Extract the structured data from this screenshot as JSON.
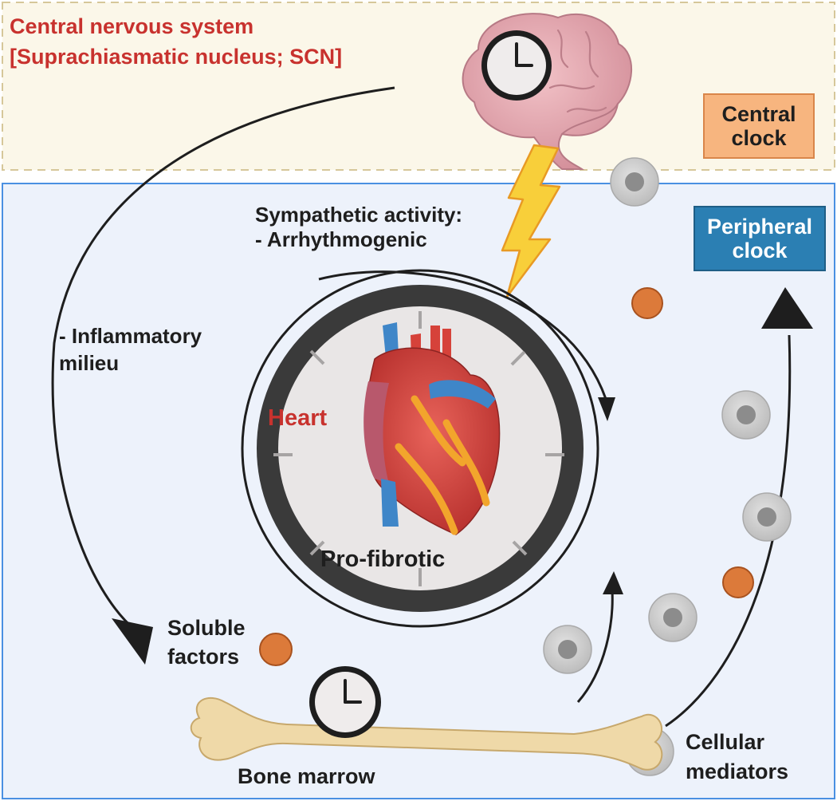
{
  "regions": {
    "cns": {
      "title_line1": "Central nervous system",
      "title_line2": "[Suprachiasmatic nucleus; SCN]",
      "fill": "#fbf7e9",
      "border": "#d6c79a"
    },
    "periphery": {
      "fill": "#edf2fb",
      "border": "#4a90e2"
    }
  },
  "central_clock": {
    "line1": "Central",
    "line2": "clock",
    "fill": "#f7b57f",
    "border": "#d9864a"
  },
  "peripheral_clock": {
    "line1": "Peripheral",
    "line2": "clock",
    "fill": "#2b7fb3",
    "text_color": "#ffffff"
  },
  "labels": {
    "sympathetic_line1": "Sympathetic activity:",
    "sympathetic_line2": "- Arrhythmogenic",
    "inflammatory_line1": "- Inflammatory",
    "inflammatory_line2": "milieu",
    "heart": "Heart",
    "pro_fibrotic": "Pro-fibrotic",
    "soluble_line1": "Soluble",
    "soluble_line2": "factors",
    "bone_marrow": "Bone marrow",
    "cellular_line1": "Cellular",
    "cellular_line2": "mediators"
  },
  "icons": {
    "brain": "brain-icon",
    "heart": "heart-icon",
    "bone": "bone-icon",
    "clock": "clock-icon",
    "lightning": "lightning-bolt-icon",
    "cell": "immune-cell-icon",
    "soluble_factor": "soluble-factor-icon"
  },
  "colors": {
    "accent_red": "#c8322e",
    "text_dark": "#1e1e1e",
    "arrow": "#1e1e1e",
    "factor_orange": "#dc7a3a",
    "cell_gray": "#c8c8c8",
    "bone": "#efd9a8",
    "lightning": "#f8cf3a"
  }
}
